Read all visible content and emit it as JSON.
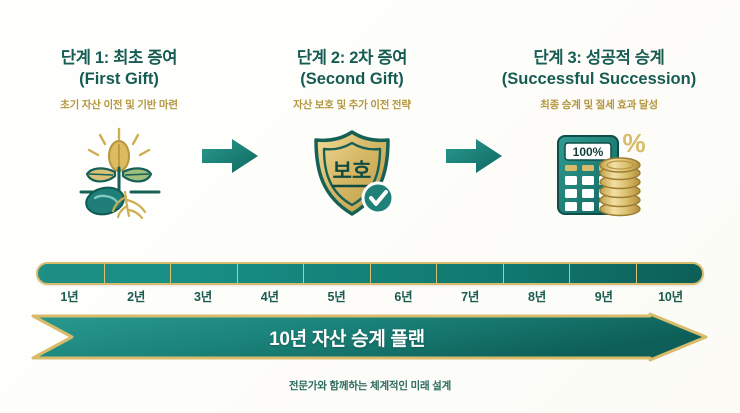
{
  "theme": {
    "teal_dark": "#0c5f57",
    "teal_mid": "#148279",
    "teal_light": "#1f8e84",
    "gold": "#d9bc6b",
    "gold_text": "#b5963e",
    "title_color": "#175c53",
    "background": "#fdfdfa"
  },
  "steps": [
    {
      "title_ko": "단계 1: 최초 증여",
      "title_en": "(First Gift)",
      "subtitle": "초기 자산 이전 및 기반 마련",
      "icon": "sprouting-seed-icon"
    },
    {
      "title_ko": "단계 2: 2차 증여",
      "title_en": "(Second Gift)",
      "subtitle": "자산 보호 및 추가 이전 전략",
      "icon": "shield-protection-icon",
      "icon_label": "보호"
    },
    {
      "title_ko": "단계 3: 성공적 승계",
      "title_en": "(Successful Succession)",
      "subtitle": "최종 승계 및 절세 효과 달성",
      "icon": "calculator-coins-icon",
      "icon_display": "100%",
      "icon_symbol": "%"
    }
  ],
  "connectors": [
    {
      "name": "arrow-step1-to-step2"
    },
    {
      "name": "arrow-step2-to-step3"
    }
  ],
  "timeline": {
    "years": [
      "1년",
      "2년",
      "3년",
      "4년",
      "5년",
      "6년",
      "7년",
      "8년",
      "9년",
      "10년"
    ],
    "segment_count": 10
  },
  "banner": {
    "label": "10년 자산 승계 플랜"
  },
  "footer": {
    "text": "전문가와 함께하는 체계적인 미래 설계"
  }
}
